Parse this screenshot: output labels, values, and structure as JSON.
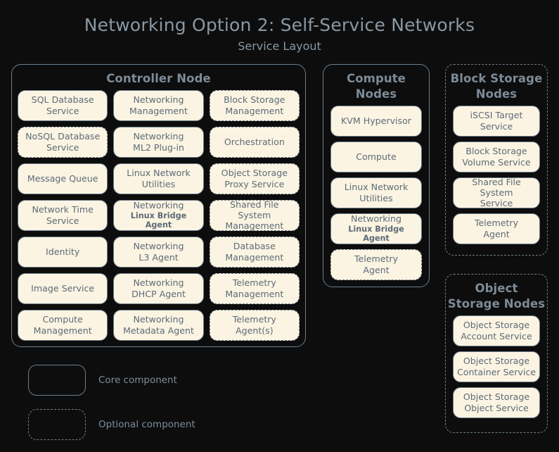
{
  "header": {
    "title": "Networking Option 2: Self-Service Networks",
    "subtitle": "Service Layout"
  },
  "groups": {
    "controller": {
      "title": "Controller Node",
      "optional_group": false,
      "services": [
        {
          "l1": "SQL Database",
          "l2": "Service",
          "optional": false
        },
        {
          "l1": "Networking",
          "l2": "Management",
          "optional": false
        },
        {
          "l1": "Block Storage",
          "l2": "Management",
          "optional": true
        },
        {
          "l1": "NoSQL Database",
          "l2": "Service",
          "optional": true
        },
        {
          "l1": "Networking",
          "l2": "ML2 Plug-in",
          "optional": false
        },
        {
          "l1": "Orchestration",
          "l2": "",
          "optional": true
        },
        {
          "l1": "Message Queue",
          "l2": "",
          "optional": false
        },
        {
          "l1": "Linux Network",
          "l2": "Utilities",
          "optional": false
        },
        {
          "l1": "Object Storage",
          "l2": "Proxy Service",
          "optional": true
        },
        {
          "l1": "Network Time",
          "l2": "Service",
          "optional": false
        },
        {
          "l1": "Networking",
          "l2": "Linux Bridge Agent",
          "optional": false,
          "small_second": true
        },
        {
          "l1": "Shared File System",
          "l2": "Management",
          "optional": true
        },
        {
          "l1": "Identity",
          "l2": "",
          "optional": false
        },
        {
          "l1": "Networking",
          "l2": "L3 Agent",
          "optional": false
        },
        {
          "l1": "Database",
          "l2": "Management",
          "optional": true
        },
        {
          "l1": "Image Service",
          "l2": "",
          "optional": false
        },
        {
          "l1": "Networking",
          "l2": "DHCP Agent",
          "optional": false
        },
        {
          "l1": "Telemetry",
          "l2": "Management",
          "optional": true
        },
        {
          "l1": "Compute",
          "l2": "Management",
          "optional": false
        },
        {
          "l1": "Networking",
          "l2": "Metadata Agent",
          "optional": false
        },
        {
          "l1": "Telemetry",
          "l2": "Agent(s)",
          "optional": true
        }
      ]
    },
    "compute": {
      "title": "Compute\nNodes",
      "title_lines": [
        "Compute",
        "Nodes"
      ],
      "optional_group": false,
      "services": [
        {
          "l1": "KVM Hypervisor",
          "l2": "",
          "optional": false
        },
        {
          "l1": "Compute",
          "l2": "",
          "optional": false
        },
        {
          "l1": "Linux Network",
          "l2": "Utilities",
          "optional": false
        },
        {
          "l1": "Networking",
          "l2": "Linux Bridge Agent",
          "optional": false,
          "small_second": true
        },
        {
          "l1": "Telemetry",
          "l2": "Agent",
          "optional": true
        }
      ]
    },
    "block_storage": {
      "title_lines": [
        "Block Storage",
        "Nodes"
      ],
      "optional_group": true,
      "services": [
        {
          "l1": "iSCSI Target",
          "l2": "Service",
          "optional": false
        },
        {
          "l1": "Block Storage",
          "l2": "Volume Service",
          "optional": false
        },
        {
          "l1": "Shared File System",
          "l2": "Service",
          "optional": false
        },
        {
          "l1": "Telemetry",
          "l2": "Agent",
          "optional": false
        }
      ]
    },
    "object_storage": {
      "title_lines": [
        "Object",
        "Storage Nodes"
      ],
      "optional_group": true,
      "services": [
        {
          "l1": "Object Storage",
          "l2": "Account Service",
          "optional": false
        },
        {
          "l1": "Object Storage",
          "l2": "Container Service",
          "optional": false
        },
        {
          "l1": "Object Storage",
          "l2": "Object Service",
          "optional": false
        }
      ]
    }
  },
  "legend": [
    {
      "label": "Core component",
      "style": "solid"
    },
    {
      "label": "Optional component",
      "style": "dashed"
    }
  ],
  "colors": {
    "background": "#0d0d0d",
    "box_fill": "#fcf4e2",
    "border": "#6d7e8c",
    "text": "#5c6b78",
    "title_text": "#8a98a3"
  }
}
